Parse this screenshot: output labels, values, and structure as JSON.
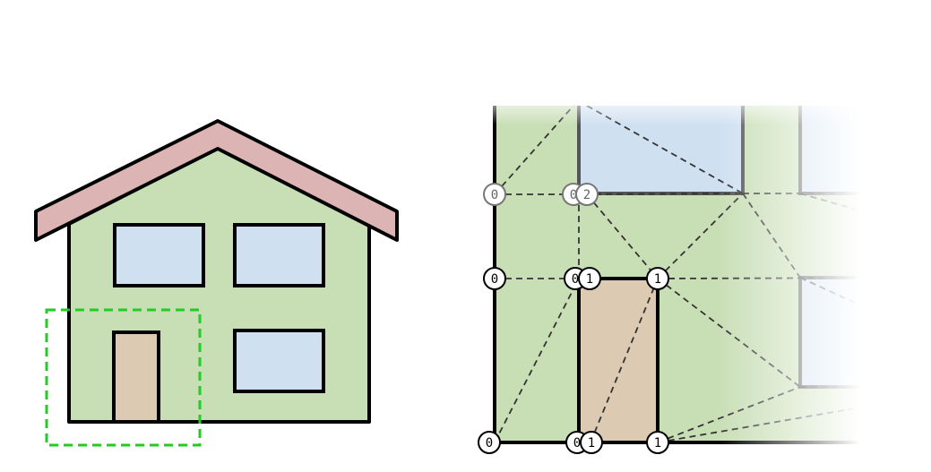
{
  "colors": {
    "wall": "#c8deb5",
    "roof": "#dcb4b4",
    "window": "#cfe0f1",
    "door": "#dccab2",
    "outline": "#000000",
    "selection": "#22cc22",
    "mesh_line": "#333333",
    "background": "#ffffff"
  },
  "house_overview": {
    "parts": [
      "roof",
      "wall",
      "window-top-left",
      "window-top-right",
      "window-bottom-right",
      "door"
    ],
    "selection_box": "dashed green rectangle around door region"
  },
  "zoom_detail": {
    "vertex_labels": {
      "v0": "0",
      "v1": "0",
      "v2": "0",
      "v3": "2",
      "v4": "0",
      "v5": "0",
      "v6": "1",
      "v7": "1",
      "v8": "0",
      "v9": "0",
      "v10": "1",
      "v11": "1"
    }
  }
}
